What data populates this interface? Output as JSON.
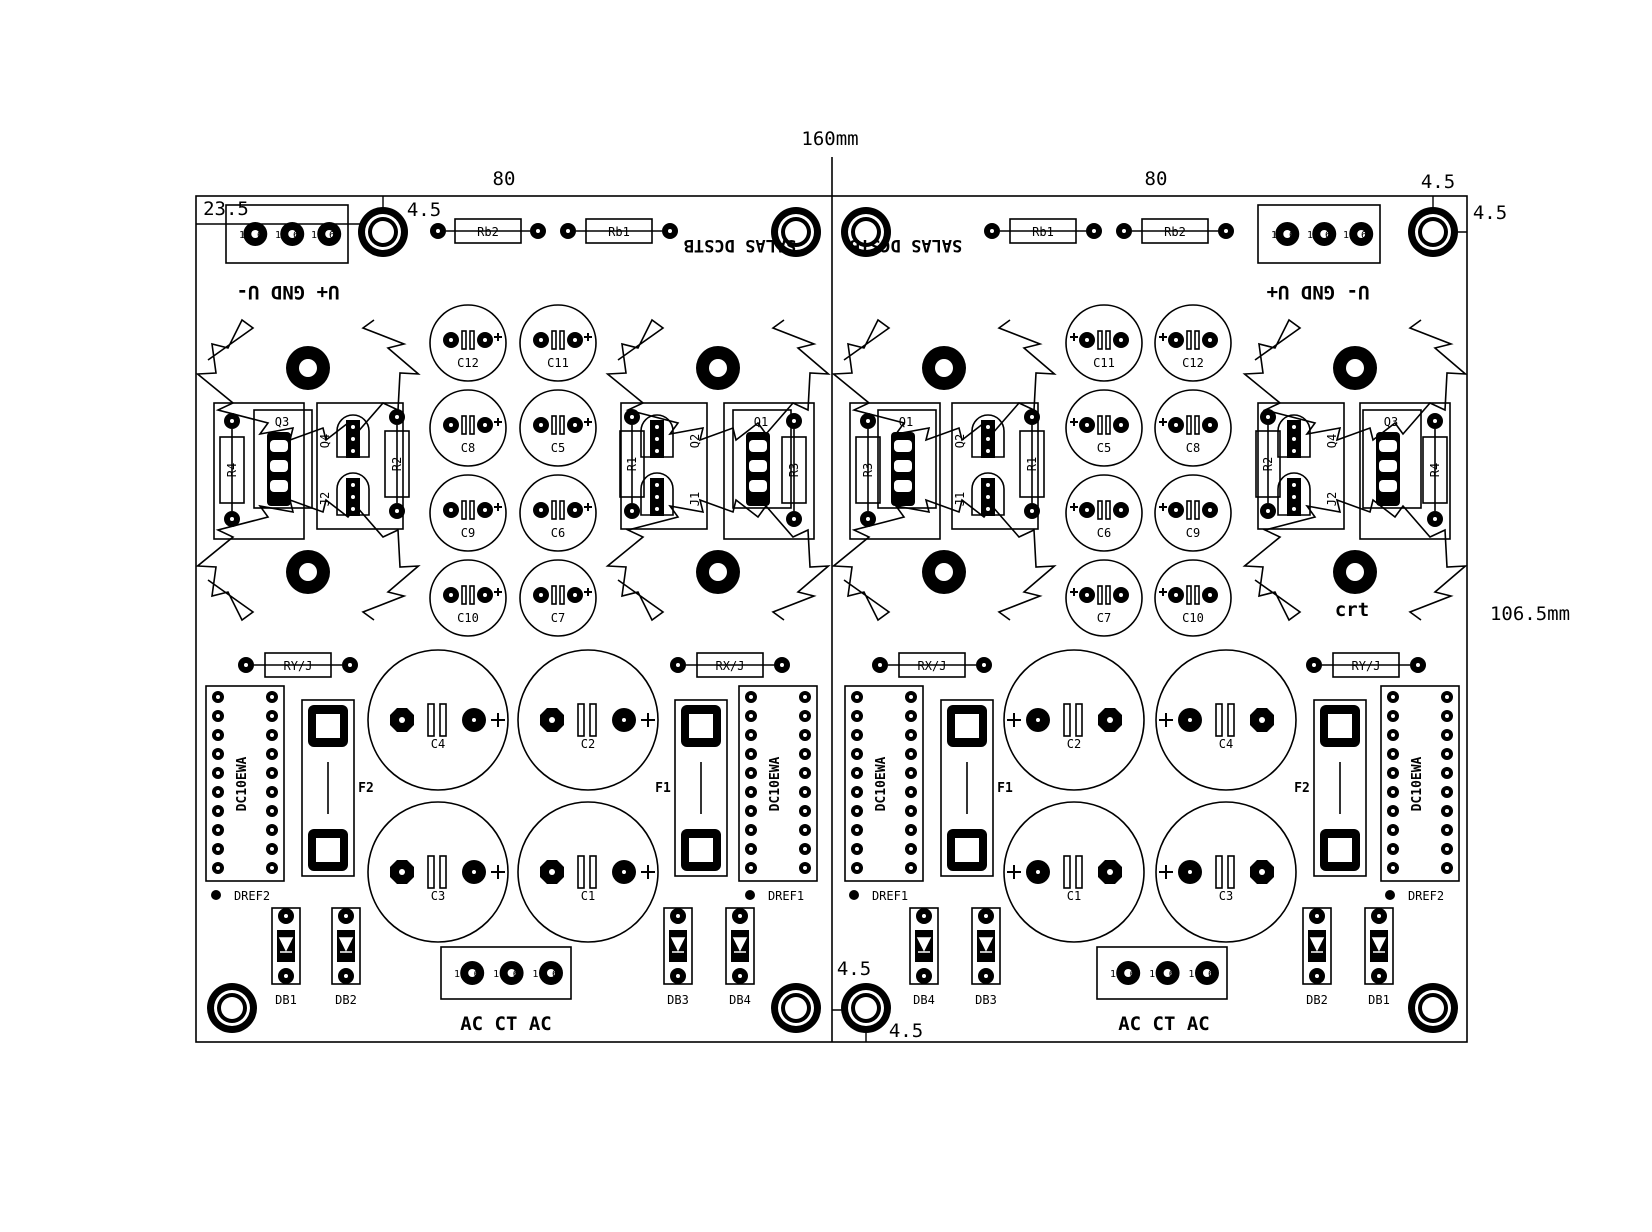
{
  "dimensions": {
    "total_width": "160mm",
    "half_left": "80",
    "half_right": "80",
    "height": "106.5mm",
    "hole_offset": "4.5",
    "connector_offset": "23.5"
  },
  "brand_text": "SALAS DCSTB",
  "power_connector_labels": "U+ GND U-",
  "power_connector_labels_right": "U- GND U+",
  "ac_connector_label": "AC CT AC",
  "ic_label": "DC10EWA",
  "reference_label": "crt",
  "connector_pin_labels": [
    "1",
    "6",
    "1",
    "6",
    "1",
    "6"
  ],
  "left_board": {
    "resistors_top": [
      "Rb2",
      "Rb1"
    ],
    "caps_small_grid": [
      [
        "C12",
        "C11"
      ],
      [
        "C8",
        "C5"
      ],
      [
        "C9",
        "C6"
      ],
      [
        "C10",
        "C7"
      ]
    ],
    "block_left": {
      "transistor": "Q3",
      "resistor": "R4"
    },
    "block_center_left": {
      "top": "Q4",
      "bottom": "J2",
      "resistor": "R2"
    },
    "block_center_right": {
      "resistor": "R1",
      "top": "Q2",
      "bottom": "J1"
    },
    "block_right": {
      "transistor": "Q1",
      "resistor": "R3"
    },
    "trim_left": "RY/J",
    "trim_right": "RX/J",
    "fuses": [
      "F2",
      "F1"
    ],
    "big_caps": [
      [
        "C4",
        "C2"
      ],
      [
        "C3",
        "C1"
      ]
    ],
    "dref": [
      "DREF2",
      "DREF1"
    ],
    "diodes": [
      "DB1",
      "DB2",
      "DB3",
      "DB4"
    ]
  },
  "right_board": {
    "resistors_top": [
      "Rb1",
      "Rb2"
    ],
    "caps_small_grid": [
      [
        "C11",
        "C12"
      ],
      [
        "C5",
        "C8"
      ],
      [
        "C6",
        "C9"
      ],
      [
        "C7",
        "C10"
      ]
    ],
    "block_left": {
      "resistor": "R3",
      "transistor": "Q1"
    },
    "block_center_left": {
      "top": "Q2",
      "bottom": "J1",
      "resistor": "R1"
    },
    "block_center_right": {
      "resistor": "R2",
      "top": "Q4",
      "bottom": "J2"
    },
    "block_right": {
      "transistor": "Q3",
      "resistor": "R4"
    },
    "trim_left": "RX/J",
    "trim_right": "RY/J",
    "fuses": [
      "F1",
      "F2"
    ],
    "big_caps": [
      [
        "C2",
        "C4"
      ],
      [
        "C1",
        "C3"
      ]
    ],
    "dref": [
      "DREF1",
      "DREF2"
    ],
    "diodes": [
      "DB4",
      "DB3",
      "DB2",
      "DB1"
    ]
  }
}
